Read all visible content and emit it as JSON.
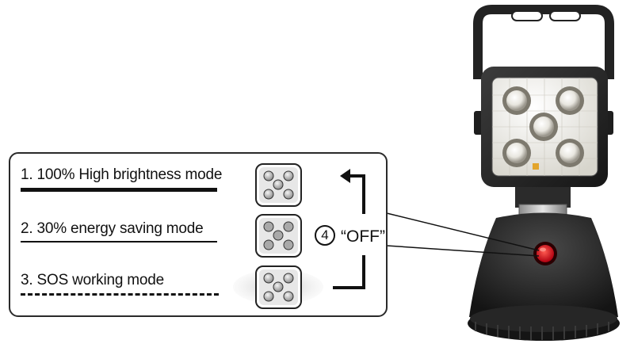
{
  "modes": [
    {
      "label": "1. 100% High brightness mode",
      "line_style": "thick-solid"
    },
    {
      "label": "2. 30% energy saving mode",
      "line_style": "thin-solid"
    },
    {
      "label": "3. SOS working mode",
      "line_style": "dash-dot"
    }
  ],
  "off": {
    "step_number": "4",
    "label": "“OFF”"
  },
  "colors": {
    "panel_border": "#2a2a2a",
    "lamp_body": "#2b2b2b",
    "led_lens": "#f2f0e8",
    "button": "#e0141e"
  }
}
